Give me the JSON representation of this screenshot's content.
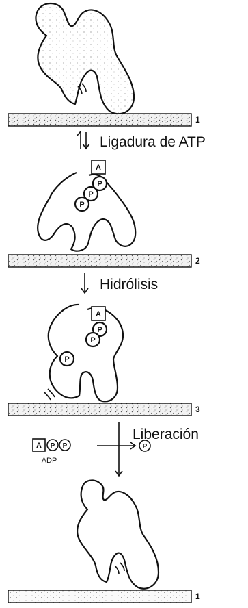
{
  "steps": {
    "binding_label": "Ligadura de ATP",
    "hydrolysis_label": "Hidrólisis",
    "release_label": "Liberación"
  },
  "states": {
    "state1": "1",
    "state2": "2",
    "state3": "3",
    "state1_return": "1"
  },
  "molecules": {
    "adenosine": "A",
    "phosphate": "P",
    "adp_label": "ADP"
  }
}
